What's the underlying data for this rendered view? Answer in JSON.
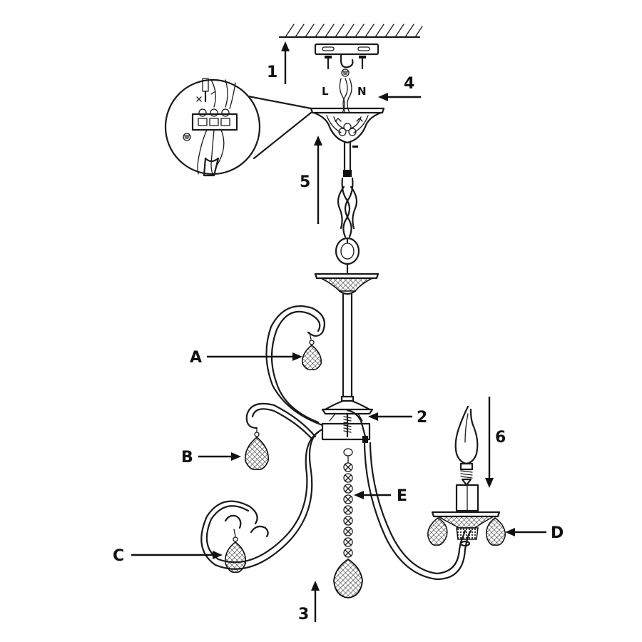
{
  "steps": {
    "s1": "1",
    "s2": "2",
    "s3": "3",
    "s4": "4",
    "s5": "5",
    "s6": "6"
  },
  "parts": {
    "a": "A",
    "b": "B",
    "c": "C",
    "d": "D",
    "e": "E"
  },
  "wiring": {
    "live": "L",
    "neutral": "N"
  }
}
